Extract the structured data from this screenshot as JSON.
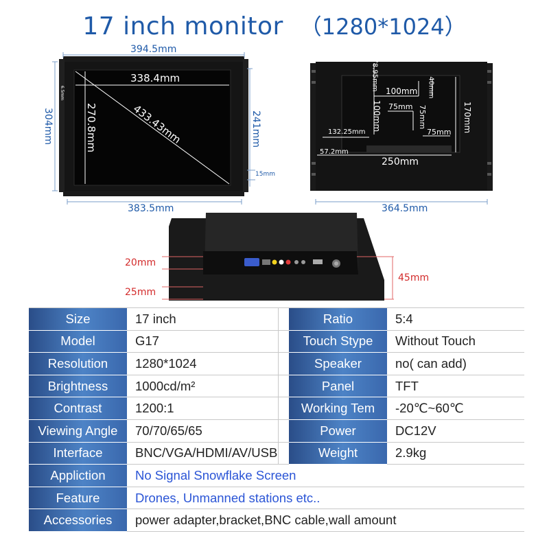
{
  "title": {
    "main": "17 inch monitor",
    "resolution": "（1280*1024）"
  },
  "front_view": {
    "outer_width": "394.5mm",
    "outer_height": "304mm",
    "screen_width": "338.4mm",
    "screen_height": "270.8mm",
    "diagonal": "433.43mm",
    "inner_height": "241mm",
    "bottom_width": "383.5mm",
    "bezel": "15mm",
    "side_small": "6.5mm"
  },
  "back_view": {
    "width": "364.5mm",
    "top_vert": "78.95mm",
    "mount_h": "100mm",
    "mount_v": "100mm",
    "top_right": "40mm",
    "inner_75_h": "75mm",
    "inner_75_v": "75mm",
    "right_75": "75mm",
    "height_170": "170mm",
    "left_offset": "132.25mm",
    "bottom_left": "57.2mm",
    "bottom_width": "250mm"
  },
  "side_view": {
    "d20": "20mm",
    "d25": "25mm",
    "d45": "45mm"
  },
  "colors": {
    "title_blue": "#1f5aa8",
    "label_gradient_dark": "#2a4d88",
    "label_gradient_light": "#4d83c6",
    "link_blue": "#2b55d6",
    "dim_red": "#d32b2b"
  },
  "specs": [
    {
      "label": "Size",
      "value": "17 inch",
      "label2": "Ratio",
      "value2": "5:4"
    },
    {
      "label": "Model",
      "value": "G17",
      "label2": "Touch Stype",
      "value2": "Without Touch"
    },
    {
      "label": "Resolution",
      "value": "1280*1024",
      "label2": "Speaker",
      "value2": "no( can add)"
    },
    {
      "label": "Brightness",
      "value": "1000cd/m²",
      "label2": "Panel",
      "value2": "TFT"
    },
    {
      "label": "Contrast",
      "value": "1200:1",
      "label2": "Working Tem",
      "value2": "-20℃~60℃"
    },
    {
      "label": "Viewing Angle",
      "value": "70/70/65/65",
      "label2": "Power",
      "value2": "DC12V"
    },
    {
      "label": "Interface",
      "value": "BNC/VGA/HDMI/AV/USB",
      "label2": "Weight",
      "value2": "2.9kg"
    }
  ],
  "specs_wide": [
    {
      "label": "Appliction",
      "value": "No Signal Snowflake Screen"
    },
    {
      "label": "Feature",
      "value": "Drones, Unmanned stations etc.."
    },
    {
      "label": "Accessories",
      "value": "power adapter,bracket,BNC cable,wall amount"
    }
  ]
}
